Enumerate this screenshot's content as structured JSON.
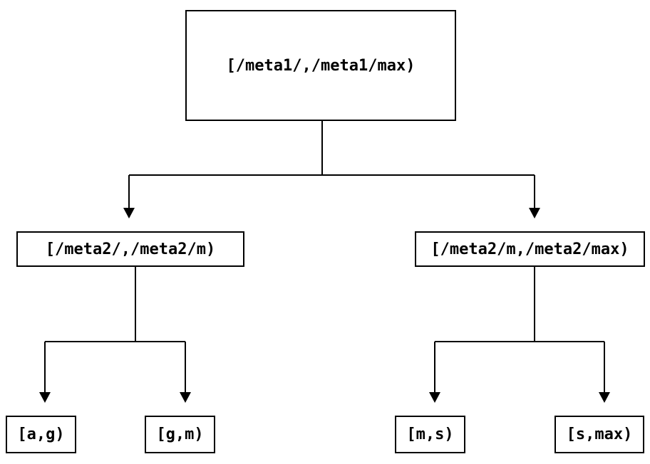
{
  "colors": {
    "background": "#ffffff",
    "line": "#000000",
    "text": "#000000"
  },
  "diagram": {
    "root": {
      "label": "[/meta1/,/meta1/max)"
    },
    "children": [
      {
        "label": "[/meta2/,/meta2/m)"
      },
      {
        "label": "[/meta2/m,/meta2/max)"
      }
    ],
    "leaves": [
      {
        "label": "[a,g)"
      },
      {
        "label": "[g,m)"
      },
      {
        "label": "[m,s)"
      },
      {
        "label": "[s,max)"
      }
    ]
  }
}
